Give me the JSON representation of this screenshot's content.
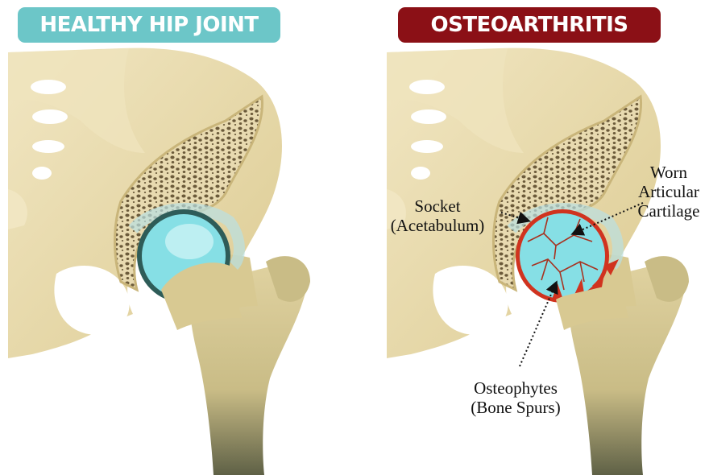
{
  "panels": {
    "healthy": {
      "title": "HEALTHY HIP JOINT",
      "banner_color": "#6cc6c8"
    },
    "osteoarthritis": {
      "title": "OSTEOARTHRITIS",
      "banner_color": "#8b1016"
    }
  },
  "annotations": {
    "socket": {
      "line1": "Socket",
      "line2": "(Acetabulum)"
    },
    "cartilage": {
      "line1": "Worn",
      "line2": "Articular",
      "line3": "Cartilage"
    },
    "spurs": {
      "line1": "Osteophytes",
      "line2": "(Bone Spurs)"
    }
  },
  "colors": {
    "bone": "#e3d5a3",
    "bone_dark": "#c9b57a",
    "bone_shadow": "#a89a66",
    "marrow": "#6b5a3a",
    "cartilage": "#86dfe5",
    "cartilage_light": "#c7f2f4",
    "outline": "#2e5c58",
    "inflamed": "#d0331f",
    "shaft_dark": "#6d6a48"
  }
}
